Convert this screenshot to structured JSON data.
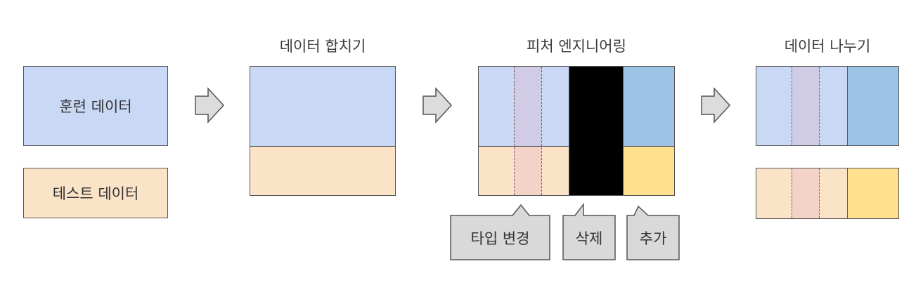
{
  "stages": {
    "input": {
      "train_label": "훈련 데이터",
      "test_label": "테스트 데이터"
    },
    "merge": {
      "title": "데이터 합치기"
    },
    "feature": {
      "title": "피처 엔지니어링",
      "callouts": {
        "type_change": "타입 변경",
        "delete": "삭제",
        "add": "추가"
      }
    },
    "split": {
      "title": "데이터 나누기"
    }
  },
  "colors": {
    "train": "#c9d9f5",
    "test": "#fbe3c8",
    "converted_train": "#d0cce6",
    "converted_test": "#f3d2c8",
    "deleted": "#000000",
    "added_train": "#9dc3e6",
    "added_test": "#ffe08f",
    "arrow_fill": "#dcdcdc",
    "callout_fill": "#d9d9d9"
  }
}
